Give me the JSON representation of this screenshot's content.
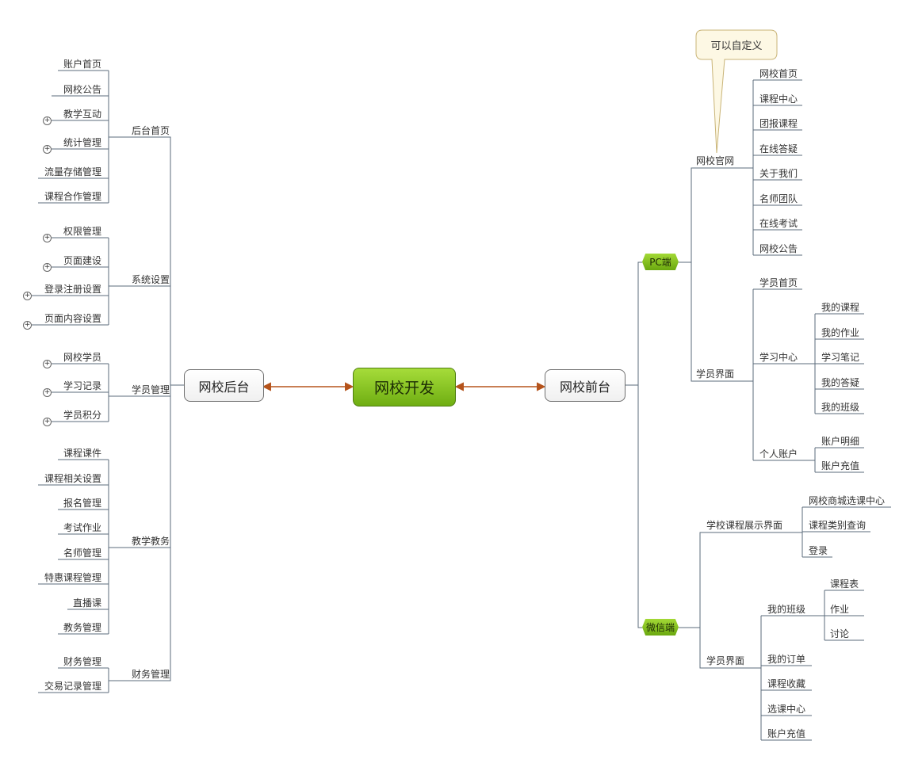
{
  "root": "网校开发",
  "backend": {
    "title": "网校后台",
    "groups": [
      {
        "name": "后台首页",
        "items": [
          {
            "label": "账户首页",
            "expandable": false
          },
          {
            "label": "网校公告",
            "expandable": false
          },
          {
            "label": "教学互动",
            "expandable": true
          },
          {
            "label": "统计管理",
            "expandable": true
          },
          {
            "label": "流量存储管理",
            "expandable": false
          },
          {
            "label": "课程合作管理",
            "expandable": false
          }
        ]
      },
      {
        "name": "系统设置",
        "items": [
          {
            "label": "权限管理",
            "expandable": true
          },
          {
            "label": "页面建设",
            "expandable": true
          },
          {
            "label": "登录注册设置",
            "expandable": true
          },
          {
            "label": "页面内容设置",
            "expandable": true
          }
        ]
      },
      {
        "name": "学员管理",
        "items": [
          {
            "label": "网校学员",
            "expandable": true
          },
          {
            "label": "学习记录",
            "expandable": true
          },
          {
            "label": "学员积分",
            "expandable": true
          }
        ]
      },
      {
        "name": "教学教务",
        "items": [
          {
            "label": "课程课件",
            "expandable": false
          },
          {
            "label": "课程相关设置",
            "expandable": false
          },
          {
            "label": "报名管理",
            "expandable": false
          },
          {
            "label": "考试作业",
            "expandable": false
          },
          {
            "label": "名师管理",
            "expandable": false
          },
          {
            "label": "特惠课程管理",
            "expandable": false
          },
          {
            "label": "直播课",
            "expandable": false
          },
          {
            "label": "教务管理",
            "expandable": false
          }
        ]
      },
      {
        "name": "财务管理",
        "items": [
          {
            "label": "财务管理",
            "expandable": false
          },
          {
            "label": "交易记录管理",
            "expandable": false
          }
        ]
      }
    ]
  },
  "frontend": {
    "title": "网校前台",
    "pc": {
      "label": "PC端",
      "official": {
        "name": "网校官网",
        "note": "可以自定义",
        "items": [
          "网校首页",
          "课程中心",
          "团报课程",
          "在线答疑",
          "关于我们",
          "名师团队",
          "在线考试",
          "网校公告"
        ]
      },
      "student": {
        "name": "学员界面",
        "home": "学员首页",
        "learning": {
          "name": "学习中心",
          "items": [
            "我的课程",
            "我的作业",
            "学习笔记",
            "我的答疑",
            "我的班级"
          ]
        },
        "account": {
          "name": "个人账户",
          "items": [
            "账户明细",
            "账户充值"
          ]
        }
      }
    },
    "wechat": {
      "label": "微信端",
      "display": {
        "name": "学校课程展示界面",
        "items": [
          "网校商城选课中心",
          "课程类别查询",
          "登录"
        ]
      },
      "student": {
        "name": "学员界面",
        "myclass": {
          "name": "我的班级",
          "items": [
            "课程表",
            "作业",
            "讨论"
          ]
        },
        "items": [
          "我的订单",
          "课程收藏",
          "选课中心",
          "账户充值"
        ]
      }
    }
  },
  "colors": {
    "green_light": "#a6dc3a",
    "green_dark": "#6fae12",
    "connector": "#b5531b",
    "line": "#5b6b7b",
    "callout_fill": "#fdf8e4",
    "callout_border": "#c9b477"
  }
}
